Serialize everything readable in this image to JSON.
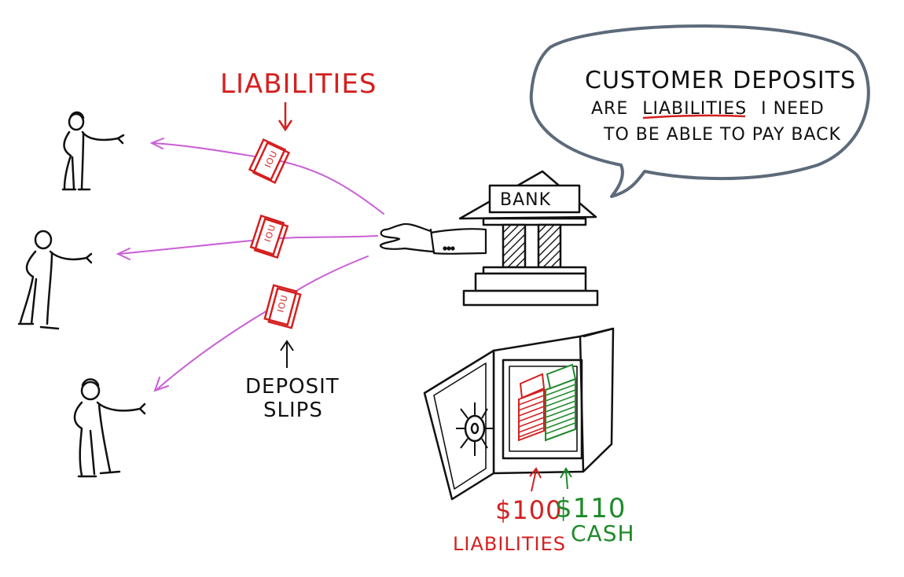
{
  "labels": {
    "liabilities_top": "LIABILITIES",
    "deposit_slips_line1": "DEPOSIT",
    "deposit_slips_line2": "SLIPS",
    "bank_sign": "BANK",
    "iou": "IOU",
    "liabilities_amount": "$100",
    "liabilities_label": "LIABILITIES",
    "cash_amount": "$110",
    "cash_label": "CASH"
  },
  "speech": {
    "line1": "CUSTOMER DEPOSITS",
    "line2_a": "ARE",
    "line2_b": "LIABILITIES",
    "line2_c": "I NEED",
    "line3": "TO BE ABLE TO PAY BACK"
  },
  "colors": {
    "ink": "#111111",
    "liability_red": "#d42020",
    "cash_green": "#1f8a2a",
    "arrow_purple": "#c95fd6",
    "bubble_outline": "#5d6a7a"
  }
}
